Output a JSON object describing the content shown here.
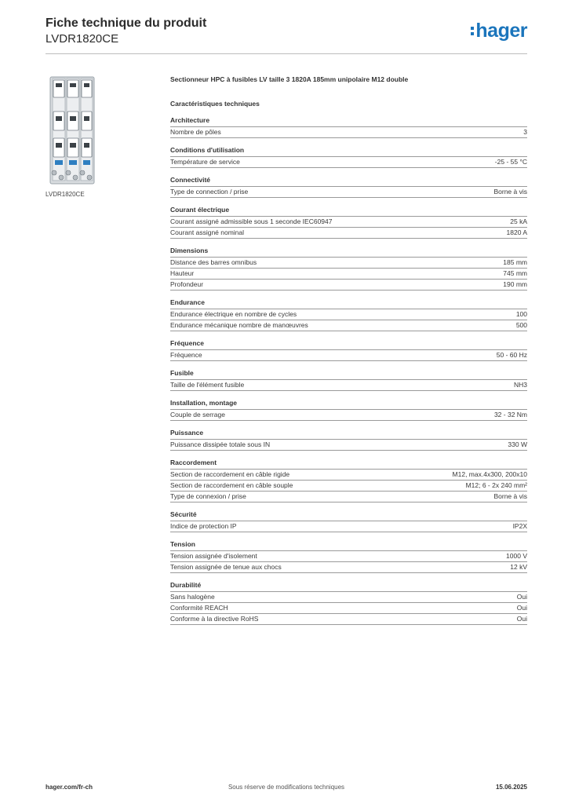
{
  "header": {
    "title": "Fiche technique du produit",
    "subtitle": "LVDR1820CE",
    "logo_text": "hager"
  },
  "image_caption": "LVDR1820CE",
  "product_description": "Sectionneur HPC à fusibles LV taille 3 1820A 185mm unipolaire M12 double",
  "section_heading": "Caractéristiques techniques",
  "groups": [
    {
      "title": "Architecture",
      "rows": [
        {
          "label": "Nombre de pôles",
          "value": "3"
        }
      ]
    },
    {
      "title": "Conditions d'utilisation",
      "rows": [
        {
          "label": "Température de service",
          "value": "-25 - 55 °C"
        }
      ]
    },
    {
      "title": "Connectivité",
      "rows": [
        {
          "label": "Type de connection / prise",
          "value": "Borne à vis"
        }
      ]
    },
    {
      "title": "Courant électrique",
      "rows": [
        {
          "label": "Courant assigné admissible sous 1 seconde IEC60947",
          "value": "25 kA"
        },
        {
          "label": "Courant assigné nominal",
          "value": "1820 A"
        }
      ]
    },
    {
      "title": "Dimensions",
      "rows": [
        {
          "label": "Distance des barres omnibus",
          "value": "185 mm"
        },
        {
          "label": "Hauteur",
          "value": "745 mm"
        },
        {
          "label": "Profondeur",
          "value": "190 mm"
        }
      ]
    },
    {
      "title": "Endurance",
      "rows": [
        {
          "label": "Endurance électrique en nombre de cycles",
          "value": "100"
        },
        {
          "label": "Endurance mécanique nombre de manœuvres",
          "value": "500"
        }
      ]
    },
    {
      "title": "Fréquence",
      "rows": [
        {
          "label": "Fréquence",
          "value": "50 - 60 Hz"
        }
      ]
    },
    {
      "title": "Fusible",
      "rows": [
        {
          "label": "Taille de l'élément fusible",
          "value": "NH3"
        }
      ]
    },
    {
      "title": "Installation, montage",
      "rows": [
        {
          "label": "Couple de serrage",
          "value": "32 - 32 Nm"
        }
      ]
    },
    {
      "title": "Puissance",
      "rows": [
        {
          "label": "Puissance dissipée totale sous IN",
          "value": "330 W"
        }
      ]
    },
    {
      "title": "Raccordement",
      "rows": [
        {
          "label": "Section de raccordement en câble rigide",
          "value": "M12, max.4x300, 200x10"
        },
        {
          "label": "Section de raccordement en câble souple",
          "value": "M12; 6 - 2x 240 mm²"
        },
        {
          "label": "Type de connexion / prise",
          "value": "Borne à vis"
        }
      ]
    },
    {
      "title": "Sécurité",
      "rows": [
        {
          "label": "Indice de protection IP",
          "value": "IP2X"
        }
      ]
    },
    {
      "title": "Tension",
      "rows": [
        {
          "label": "Tension assignée d'isolement",
          "value": "1000 V"
        },
        {
          "label": "Tension assignée de tenue aux chocs",
          "value": "12 kV"
        }
      ]
    },
    {
      "title": "Durabilité",
      "rows": [
        {
          "label": "Sans halogène",
          "value": "Oui"
        },
        {
          "label": "Conformité REACH",
          "value": "Oui"
        },
        {
          "label": "Conforme à la directive RoHS",
          "value": "Oui"
        }
      ]
    }
  ],
  "footer": {
    "left": "hager.com/fr-ch",
    "center": "Sous réserve de modifications techniques",
    "right": "15.06.2025"
  },
  "colors": {
    "brand": "#1b75bc",
    "text": "#333333",
    "rule": "#9a9a9a"
  }
}
